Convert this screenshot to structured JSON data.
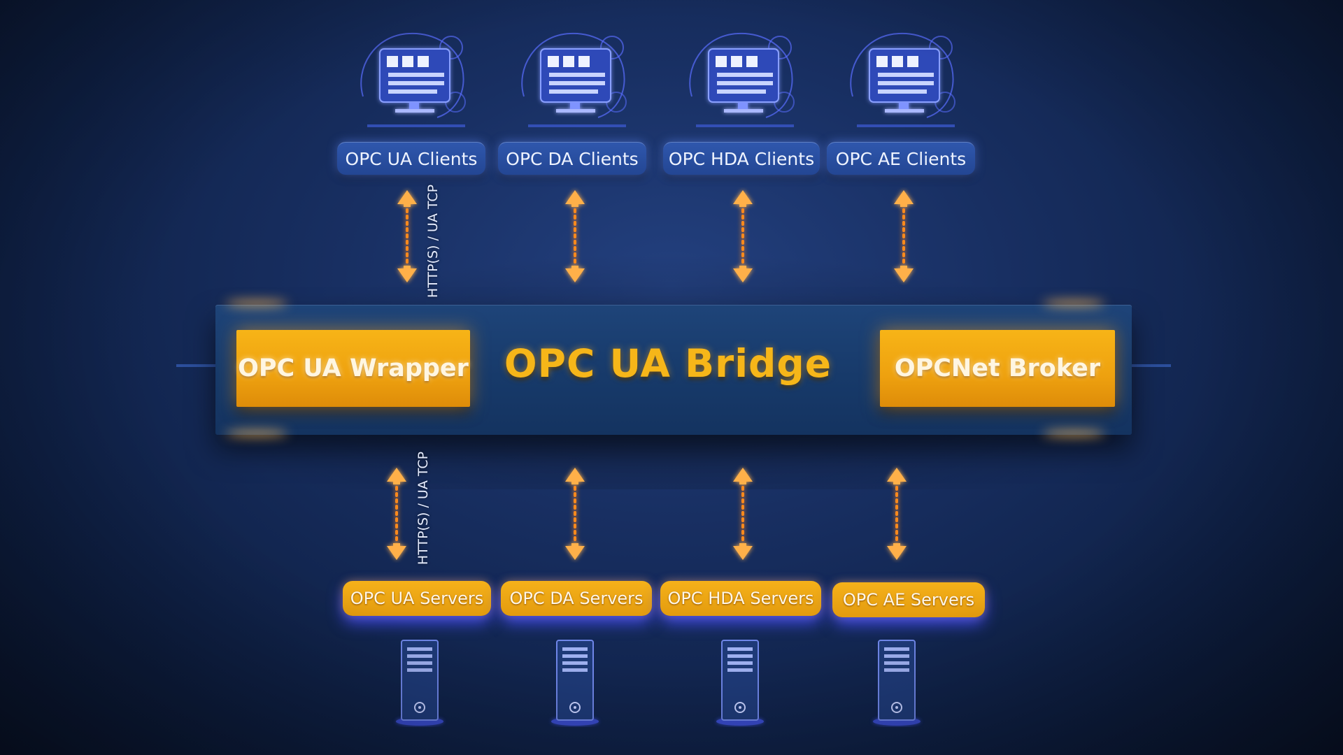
{
  "diagram": {
    "bridge": {
      "title": "OPC UA Bridge",
      "left_module": "OPC UA Wrapper",
      "right_module": "OPCNet Broker"
    },
    "clients": [
      {
        "label": "OPC UA Clients",
        "icon": "monitor-icon"
      },
      {
        "label": "OPC DA Clients",
        "icon": "monitor-icon"
      },
      {
        "label": "OPC HDA Clients",
        "icon": "monitor-icon"
      },
      {
        "label": "OPC AE Clients",
        "icon": "monitor-icon"
      }
    ],
    "servers": [
      {
        "label": "OPC UA Servers",
        "icon": "server-tower-icon"
      },
      {
        "label": "OPC DA Servers",
        "icon": "server-tower-icon"
      },
      {
        "label": "OPC HDA Servers",
        "icon": "server-tower-icon"
      },
      {
        "label": "OPC AE Servers",
        "icon": "server-tower-icon"
      }
    ],
    "protocol_top": "HTTP(S) / UA TCP",
    "protocol_bottom": "HTTP(S) / UA TCP",
    "colors": {
      "accent_gold": "#f6b619",
      "arrow_orange": "#ff8a1c",
      "client_blue": "#2f57ad",
      "glow_blue": "#5b6bff"
    }
  }
}
